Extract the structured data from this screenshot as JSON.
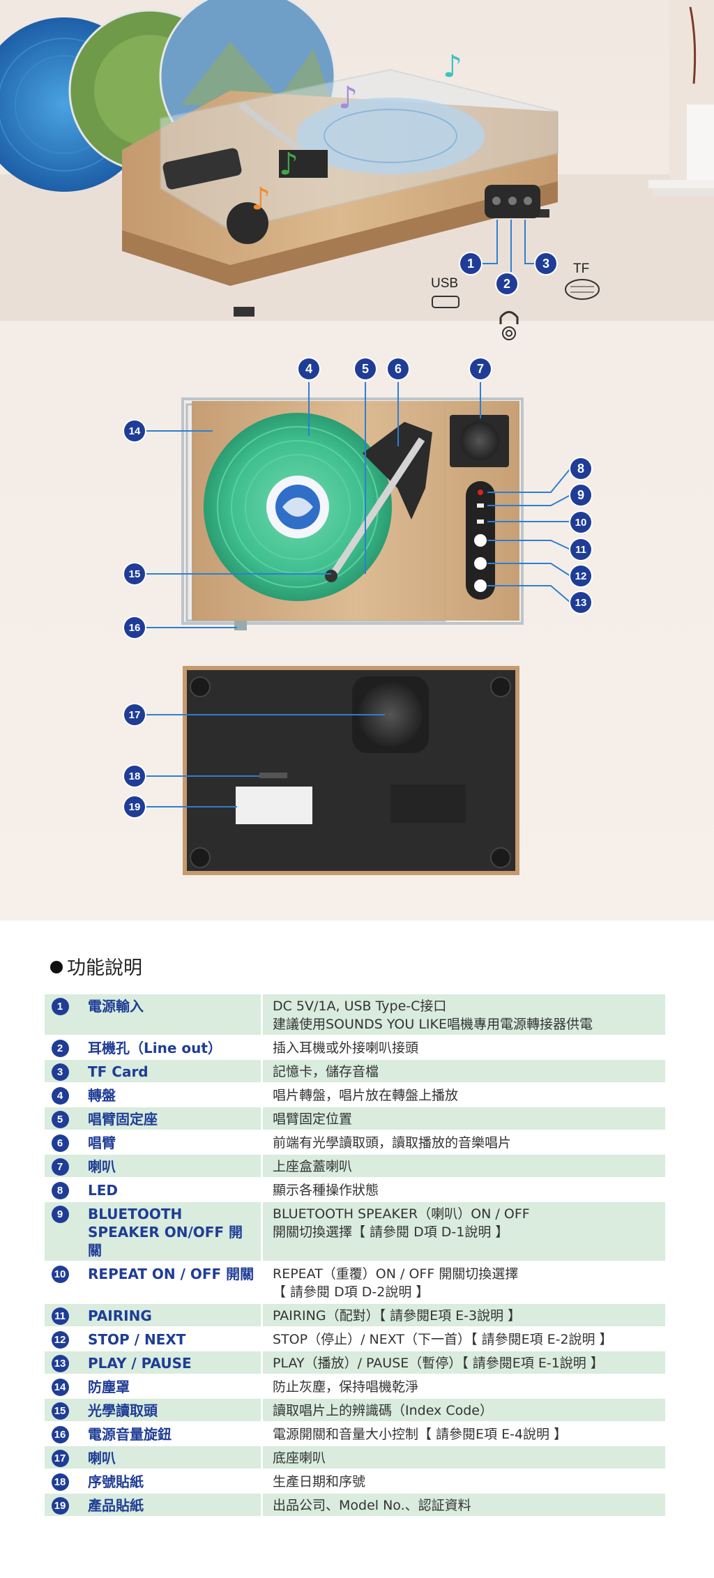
{
  "diagram": {
    "port_labels": {
      "usb": "USB",
      "tf": "TF"
    },
    "callouts": [
      "1",
      "2",
      "3",
      "4",
      "5",
      "6",
      "7",
      "8",
      "9",
      "10",
      "11",
      "12",
      "13",
      "14",
      "15",
      "16",
      "17",
      "18",
      "19"
    ]
  },
  "section": {
    "title": "功能說明"
  },
  "features": [
    {
      "num": "1",
      "name": "電源輸入",
      "desc": [
        "DC 5V/1A, USB Type-C接口",
        "建議使用SOUNDS YOU LIKE唱機專用電源轉接器供電"
      ]
    },
    {
      "num": "2",
      "name": "耳機孔（Line out）",
      "desc": [
        "插入耳機或外接喇叭接頭"
      ]
    },
    {
      "num": "3",
      "name": "TF Card",
      "desc": [
        "記憶卡，儲存音檔"
      ]
    },
    {
      "num": "4",
      "name": "轉盤",
      "desc": [
        "唱片轉盤，唱片放在轉盤上播放"
      ]
    },
    {
      "num": "5",
      "name": "唱臂固定座",
      "desc": [
        "唱臂固定位置"
      ]
    },
    {
      "num": "6",
      "name": "唱臂",
      "desc": [
        "前端有光學讀取頭，讀取播放的音樂唱片"
      ]
    },
    {
      "num": "7",
      "name": "喇叭",
      "desc": [
        "上座盒蓋喇叭"
      ]
    },
    {
      "num": "8",
      "name": "LED",
      "desc": [
        "顯示各種操作狀態"
      ]
    },
    {
      "num": "9",
      "name": "BLUETOOTH SPEAKER ON/OFF 開關",
      "desc": [
        "BLUETOOTH SPEAKER（喇叭）ON / OFF",
        "開關切換選擇【 請參閱 D項 D-1說明 】"
      ]
    },
    {
      "num": "10",
      "name": "REPEAT ON / OFF 開關",
      "desc": [
        "REPEAT（重覆）ON / OFF 開關切換選擇",
        "【 請參閱 D項 D-2說明 】"
      ]
    },
    {
      "num": "11",
      "name": "PAIRING",
      "desc": [
        "PAIRING（配對）【 請參閱E項 E-3說明 】"
      ]
    },
    {
      "num": "12",
      "name": "STOP / NEXT",
      "desc": [
        "STOP（停止）/ NEXT（下一首）【 請參閱E項 E-2說明 】"
      ]
    },
    {
      "num": "13",
      "name": "PLAY / PAUSE",
      "desc": [
        "PLAY（播放）/ PAUSE（暫停）【 請參閱E項 E-1說明 】"
      ]
    },
    {
      "num": "14",
      "name": "防塵罩",
      "desc": [
        "防止灰塵，保持唱機乾淨"
      ]
    },
    {
      "num": "15",
      "name": "光學讀取頭",
      "desc": [
        "讀取唱片上的辨識碼（Index Code）"
      ]
    },
    {
      "num": "16",
      "name": "電源音量旋鈕",
      "desc": [
        "電源開關和音量大小控制【 請參閱E項 E-4說明 】"
      ]
    },
    {
      "num": "17",
      "name": "喇叭",
      "desc": [
        "底座喇叭"
      ]
    },
    {
      "num": "18",
      "name": "序號貼紙",
      "desc": [
        "生產日期和序號"
      ]
    },
    {
      "num": "19",
      "name": "產品貼紙",
      "desc": [
        "出品公司、Model No.、認証資料"
      ]
    }
  ],
  "colors": {
    "accent": "#1f3d96",
    "row_shade": "#d9ecde",
    "vinyl_green": "#3fbf8f",
    "wood": "#c9a27a"
  }
}
